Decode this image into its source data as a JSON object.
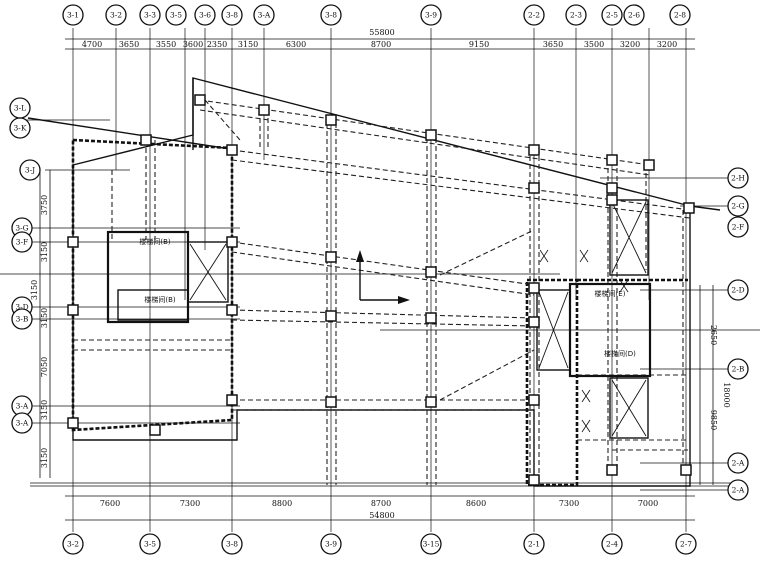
{
  "top_axes": [
    {
      "label": "3-1"
    },
    {
      "label": "3-2"
    },
    {
      "label": "3-3"
    },
    {
      "label": "3-5"
    },
    {
      "label": "3-6"
    },
    {
      "label": "3-8"
    },
    {
      "label": "3-A"
    },
    {
      "label": "3-8"
    },
    {
      "label": "3-9"
    },
    {
      "label": "2-2"
    },
    {
      "label": "2-3"
    },
    {
      "label": "2-5"
    },
    {
      "label": "2-6"
    },
    {
      "label": "2-8"
    }
  ],
  "bottom_axes": [
    {
      "label": "3-2"
    },
    {
      "label": "3-5"
    },
    {
      "label": "3-8"
    },
    {
      "label": "3-9"
    },
    {
      "label": "3-15"
    },
    {
      "label": "2-1"
    },
    {
      "label": "2-4"
    },
    {
      "label": "2-7"
    }
  ],
  "left_axes": [
    {
      "label": "3-L"
    },
    {
      "label": "3-K"
    },
    {
      "label": "3-J"
    },
    {
      "label": "3-G"
    },
    {
      "label": "3-F"
    },
    {
      "label": "3-D"
    },
    {
      "label": "3-B"
    },
    {
      "label": "3-A"
    },
    {
      "label": "3-A"
    }
  ],
  "right_axes": [
    {
      "label": "2-H"
    },
    {
      "label": "2-G"
    },
    {
      "label": "2-F"
    },
    {
      "label": "2-D"
    },
    {
      "label": "2-B"
    },
    {
      "label": "2-A"
    },
    {
      "label": "2-A"
    }
  ],
  "top_overall": "55800",
  "top_dims": [
    "4700",
    "3650",
    "3550",
    "3600",
    "2350",
    "3150",
    "6300",
    "8700",
    "9150",
    "3650",
    "3500",
    "3200",
    "3200"
  ],
  "bottom_dims": [
    "7600",
    "7300",
    "8800",
    "8700",
    "8600",
    "7300",
    "7000"
  ],
  "bottom_overall": "54800",
  "left_dims": [
    "3750",
    "3150",
    "3150",
    "3150",
    "7050",
    "3150",
    "3150"
  ],
  "right_dims": [
    "2650",
    "18000",
    "9850"
  ],
  "rooms": [
    "楼梯间(B)",
    "楼梯间(B)",
    "楼梯间(E)",
    "楼梯间(D)"
  ]
}
